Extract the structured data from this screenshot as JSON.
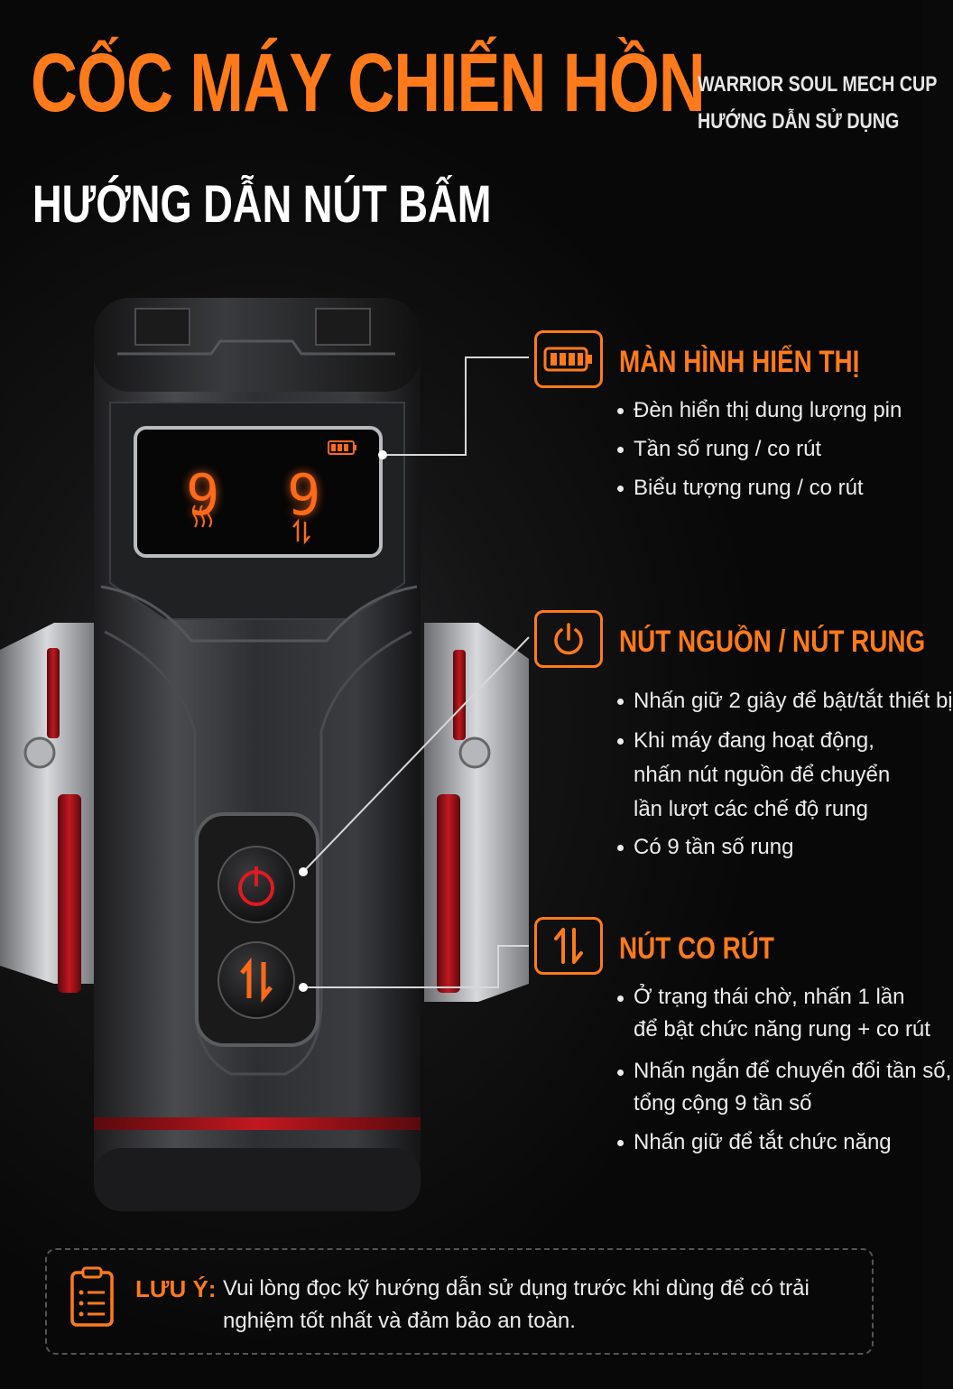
{
  "header": {
    "title": "CỐC MÁY CHIẾN HỒN",
    "subtitle_en": "WARRIOR SOUL MECH CUP",
    "subtitle_vi": "HƯỚNG DẪN SỬ DỤNG",
    "section_title": "HƯỚNG DẪN NÚT BẤM"
  },
  "display": {
    "left_digit": "9",
    "right_digit": "9",
    "left_icon": "vibration-icon",
    "right_icon": "up-down-arrows-icon",
    "battery_icon": "battery-icon"
  },
  "features": [
    {
      "icon": "battery-icon",
      "title": "MÀN HÌNH HIỂN THỊ",
      "bullets": [
        "Đèn hiển thị dung lượng pin",
        "Tần số rung / co rút",
        "Biểu tượng rung / co rút"
      ]
    },
    {
      "icon": "power-icon",
      "title": "NÚT NGUỒN / NÚT RUNG",
      "bullets": [
        "Nhấn giữ 2 giây để bật/tắt thiết bị",
        [
          "Khi máy đang hoạt động,",
          "nhấn nút nguồn để chuyển",
          "lần lượt các chế độ rung"
        ],
        "Có 9 tần số rung"
      ]
    },
    {
      "icon": "up-down-arrows-icon",
      "title": "NÚT CO RÚT",
      "bullets": [
        [
          "Ở trạng thái chờ, nhấn 1 lần",
          "để bật chức năng rung + co rút"
        ],
        [
          "Nhấn ngắn để chuyển đổi tần số,",
          "tổng cộng 9 tần số"
        ],
        "Nhấn giữ để tắt chức năng"
      ]
    }
  ],
  "note": {
    "icon": "clipboard-icon",
    "label": "LƯU Ý:",
    "text": "Vui lòng đọc kỹ hướng dẫn sử dụng trước khi dùng để có trải nghiệm tốt nhất và đảm bảo an toàn."
  },
  "colors": {
    "accent": "#ff7a1a",
    "background": "#0a0a0a",
    "device_red": "#b0121a"
  }
}
